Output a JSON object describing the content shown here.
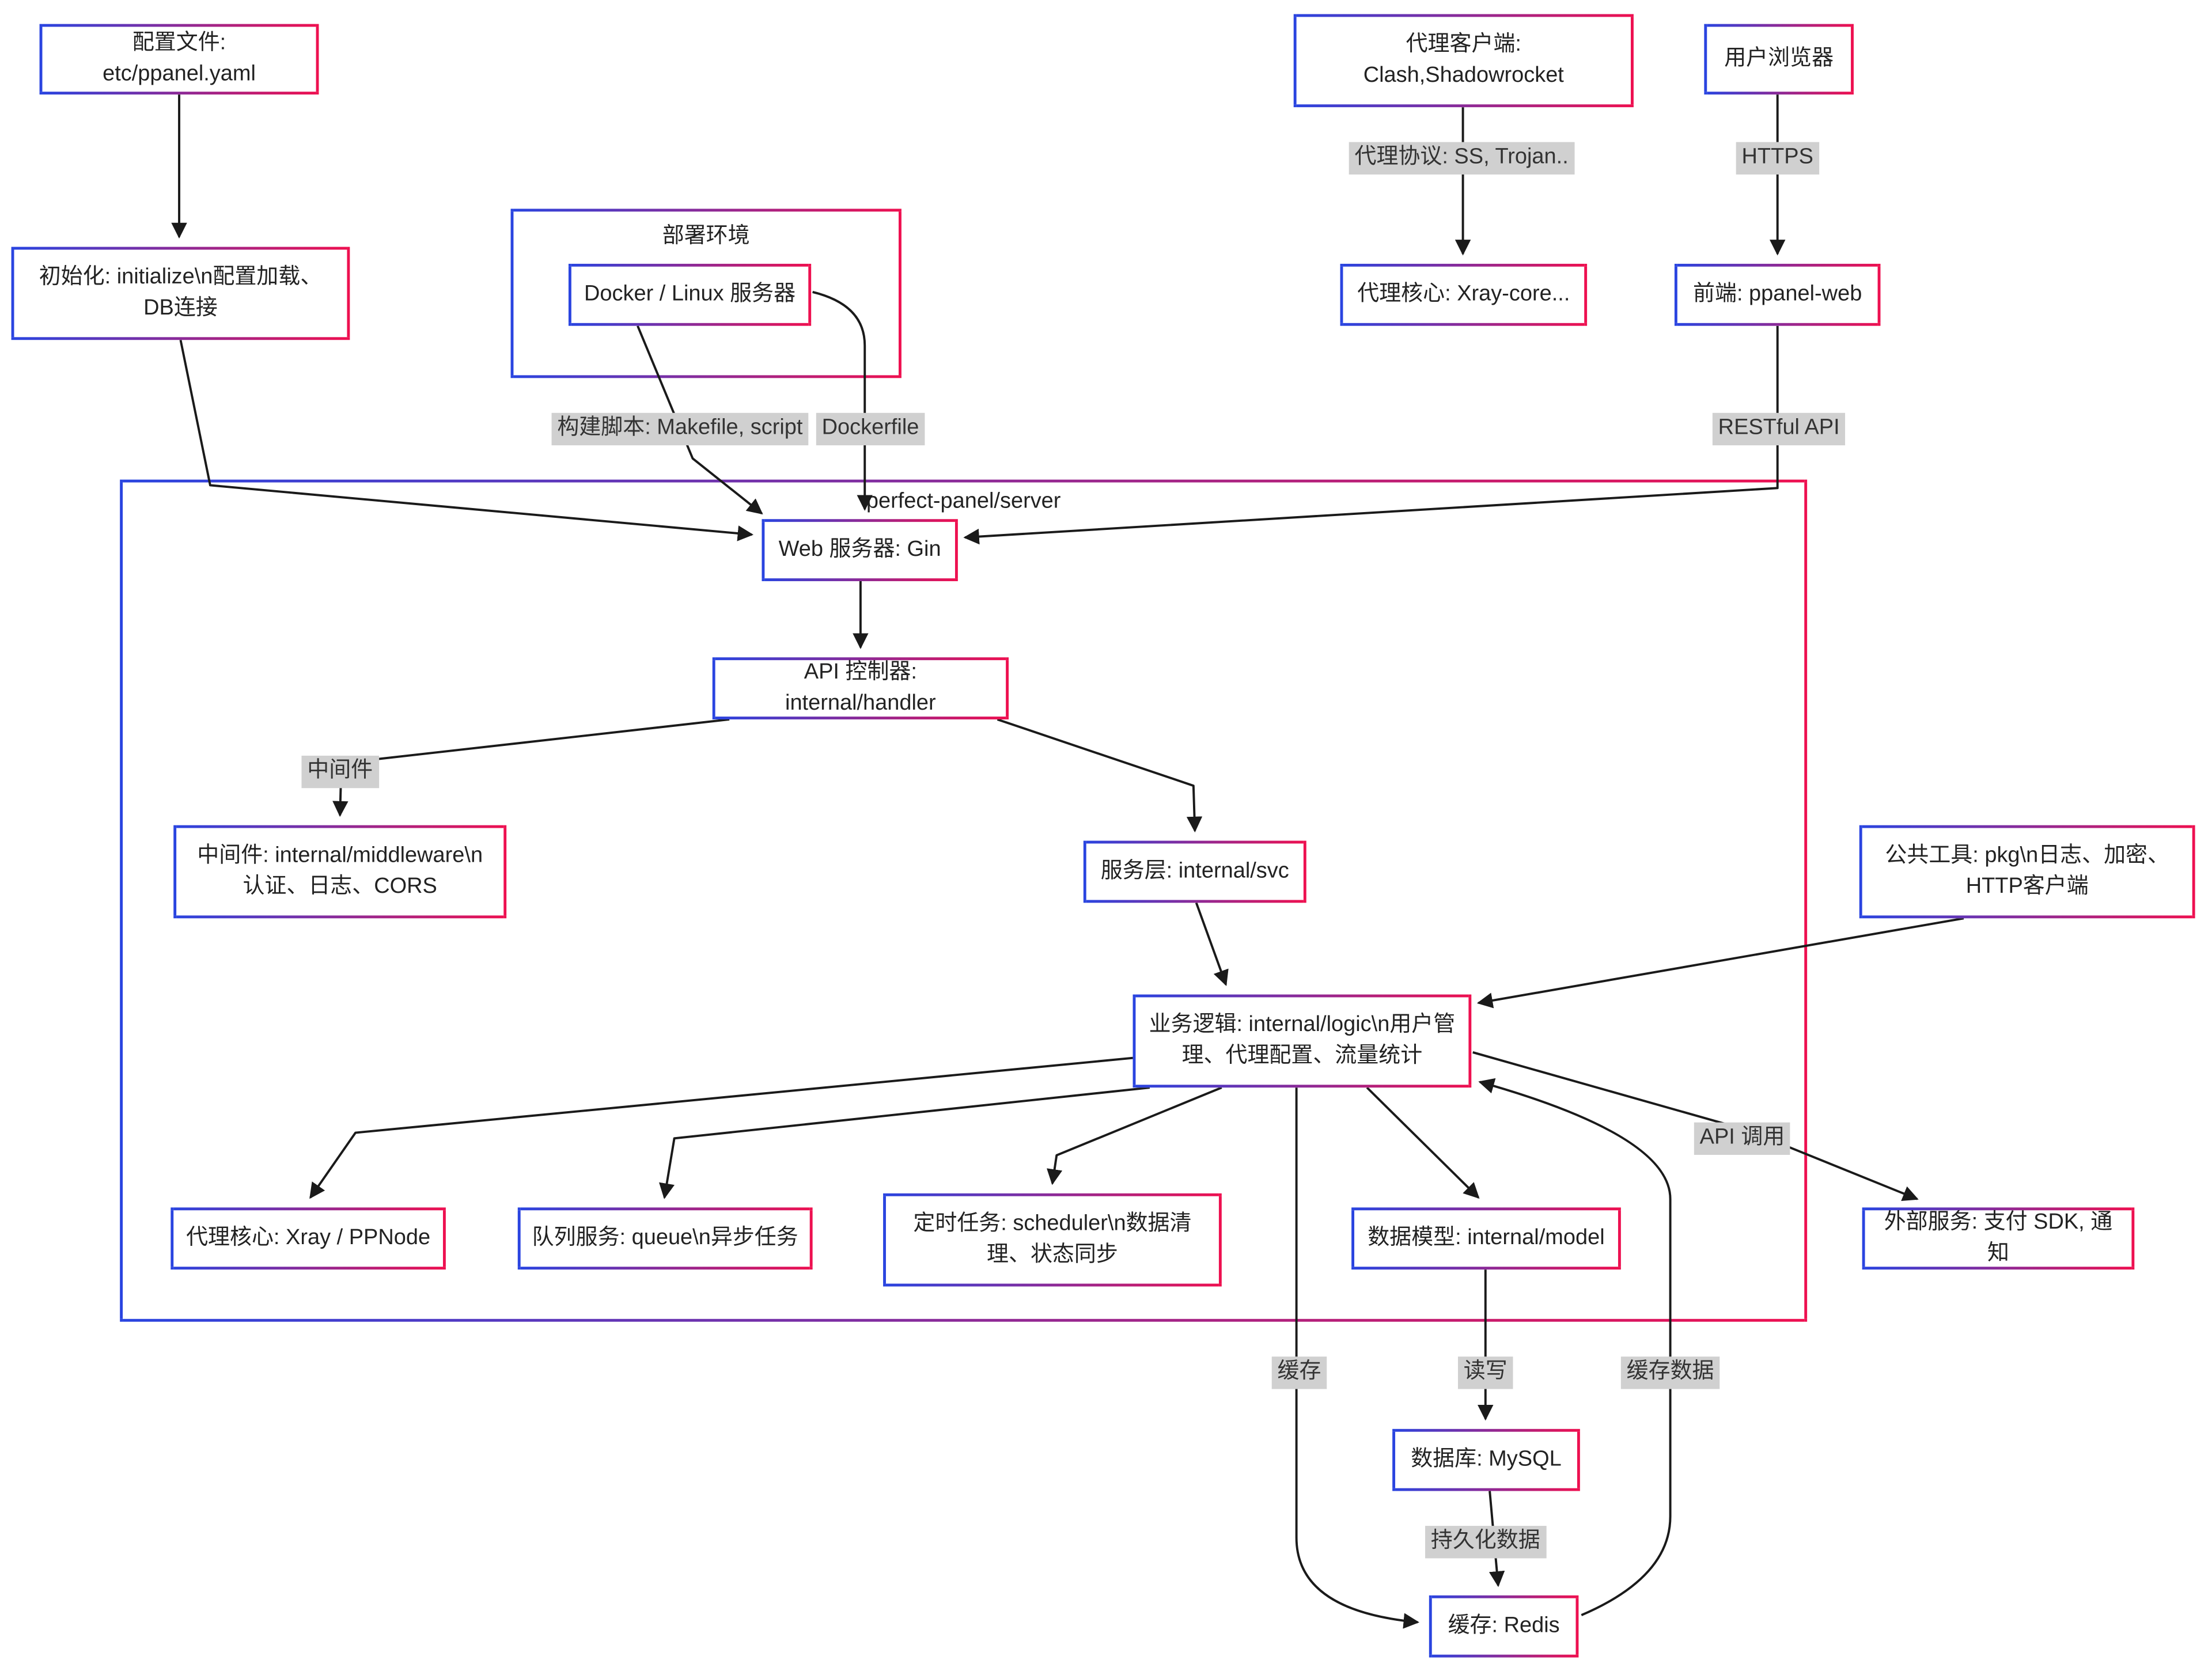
{
  "colors": {
    "border_blue": "#2944e0",
    "border_red": "#ee1050",
    "edge": "#1a1a1a",
    "label_bg": "#d0d0d0",
    "text": "#222222"
  },
  "containers": {
    "deploy_env": {
      "title": "部署环境"
    },
    "server": {
      "title": "perfect-panel/server"
    }
  },
  "nodes": {
    "config_file": "配置文件: etc/ppanel.yaml",
    "init": "初始化: initialize\\n配置加载、DB连接",
    "docker": "Docker / Linux 服务器",
    "proxy_client": "代理客户端:\nClash,Shadowrocket",
    "browser": "用户浏览器",
    "xray_core": "代理核心: Xray-core...",
    "frontend": "前端: ppanel-web",
    "gin": "Web 服务器: Gin",
    "handler": "API 控制器: internal/handler",
    "middleware": "中间件: internal/middleware\\n认证、日志、CORS",
    "svc": "服务层: internal/svc",
    "pkg": "公共工具: pkg\\n日志、加密、HTTP客户端",
    "logic": "业务逻辑: internal/logic\\n用户管理、代理配置、流量统计",
    "xray_ppnode": "代理核心: Xray / PPNode",
    "queue": "队列服务: queue\\n异步任务",
    "scheduler": "定时任务: scheduler\\n数据清理、状态同步",
    "model": "数据模型: internal/model",
    "external": "外部服务: 支付 SDK, 通知",
    "mysql": "数据库: MySQL",
    "redis": "缓存: Redis"
  },
  "edge_labels": {
    "proxy_protocol": "代理协议: SS, Trojan..",
    "https": "HTTPS",
    "build_script": "构建脚本: Makefile, script",
    "dockerfile": "Dockerfile",
    "restful_api": "RESTful API",
    "middleware": "中间件",
    "api_call": "API 调用",
    "cache": "缓存",
    "read_write": "读写",
    "cache_data": "缓存数据",
    "persist": "持久化数据"
  },
  "edges": [
    {
      "from": "config_file",
      "to": "init"
    },
    {
      "from": "init",
      "to": "gin"
    },
    {
      "from": "docker",
      "to": "gin",
      "label": "构建脚本: Makefile, script"
    },
    {
      "from": "docker",
      "to": "gin",
      "label": "Dockerfile"
    },
    {
      "from": "proxy_client",
      "to": "xray_core",
      "label": "代理协议: SS, Trojan.."
    },
    {
      "from": "browser",
      "to": "frontend",
      "label": "HTTPS"
    },
    {
      "from": "frontend",
      "to": "gin",
      "label": "RESTful API"
    },
    {
      "from": "gin",
      "to": "handler"
    },
    {
      "from": "handler",
      "to": "middleware",
      "label": "中间件"
    },
    {
      "from": "handler",
      "to": "svc"
    },
    {
      "from": "svc",
      "to": "logic"
    },
    {
      "from": "pkg",
      "to": "logic"
    },
    {
      "from": "logic",
      "to": "xray_ppnode"
    },
    {
      "from": "logic",
      "to": "queue"
    },
    {
      "from": "logic",
      "to": "scheduler"
    },
    {
      "from": "logic",
      "to": "model"
    },
    {
      "from": "logic",
      "to": "external",
      "label": "API 调用"
    },
    {
      "from": "logic",
      "to": "redis",
      "label": "缓存"
    },
    {
      "from": "model",
      "to": "mysql",
      "label": "读写"
    },
    {
      "from": "mysql",
      "to": "redis",
      "label": "持久化数据"
    },
    {
      "from": "redis",
      "to": "logic",
      "label": "缓存数据"
    }
  ]
}
